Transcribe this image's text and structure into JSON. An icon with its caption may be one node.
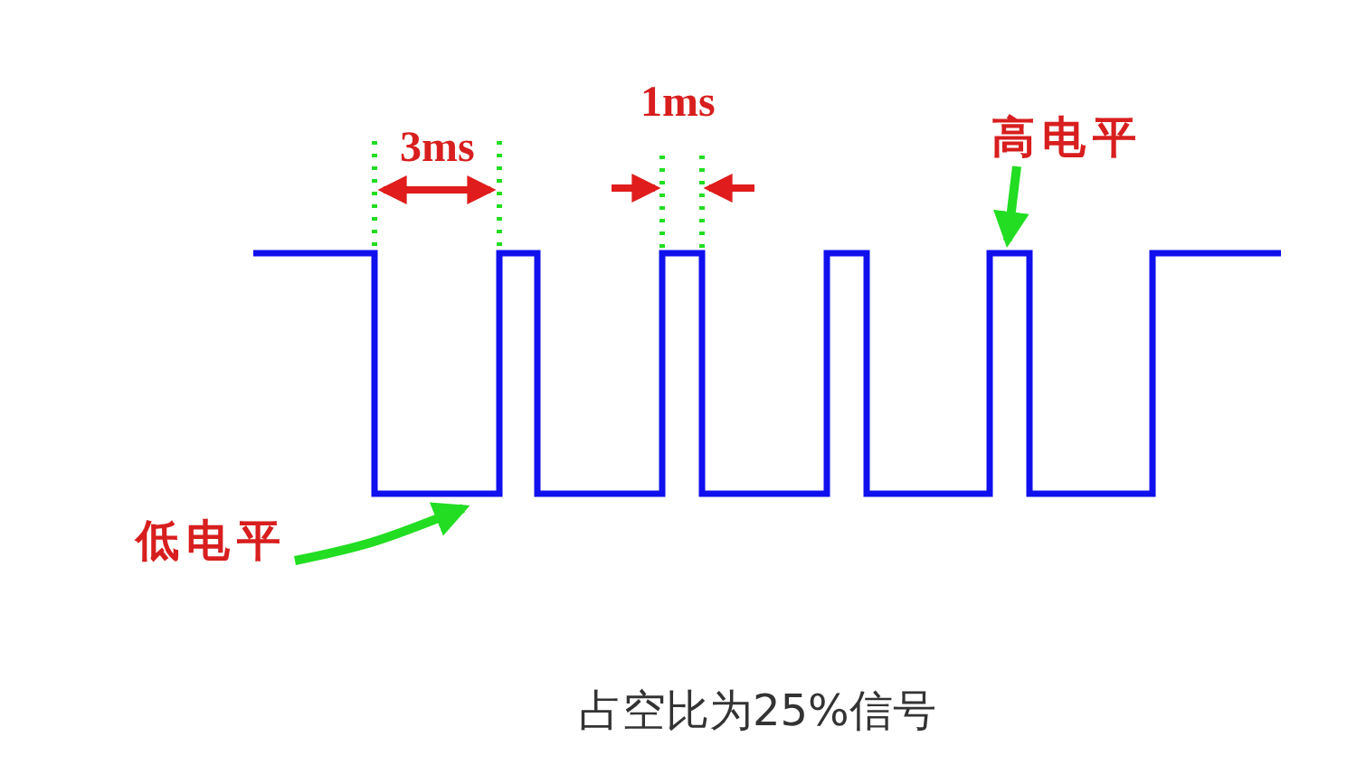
{
  "diagram": {
    "caption": "占空比为25%信号",
    "nodes": [
      {
        "text": [
          "高电平"
        ]
      },
      {
        "text": [
          "低电平"
        ]
      }
    ],
    "edges": [
      {
        "from": 0,
        "to": null,
        "arrow": "to",
        "color": "#22dd22"
      },
      {
        "from": 1,
        "to": null,
        "arrow": "to",
        "color": "#22dd22"
      }
    ],
    "labels": [
      "3ms",
      "1ms"
    ]
  }
}
